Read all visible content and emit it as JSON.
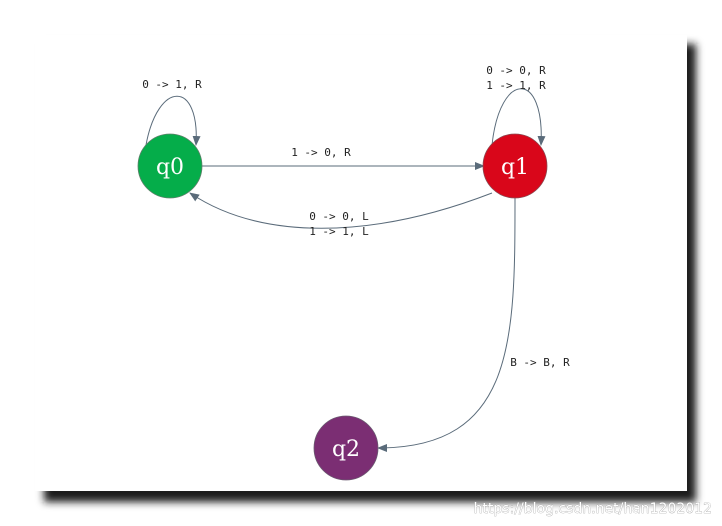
{
  "states": {
    "q0": {
      "label": "q0",
      "color": "#05ad4a"
    },
    "q1": {
      "label": "q1",
      "color": "#d9061a"
    },
    "q2": {
      "label": "q2",
      "color": "#7b2e73"
    }
  },
  "transitions": {
    "q0_loop": {
      "label": "0 -> 1, R"
    },
    "q0_to_q1": {
      "label": "1 -> 0, R"
    },
    "q1_loop": {
      "line1": "0 -> 0, R",
      "line2": "1 -> 1, R"
    },
    "q1_to_q0": {
      "line1": "0 -> 0, L",
      "line2": "1 -> 1, L"
    },
    "q1_to_q2": {
      "label": "B -> B, R"
    }
  },
  "watermark": "https://blog.csdn.net/han1202012",
  "colors": {
    "edge": "#5a6b7a",
    "canvas": "#ffffff",
    "shadow": "#1a1a1a"
  }
}
